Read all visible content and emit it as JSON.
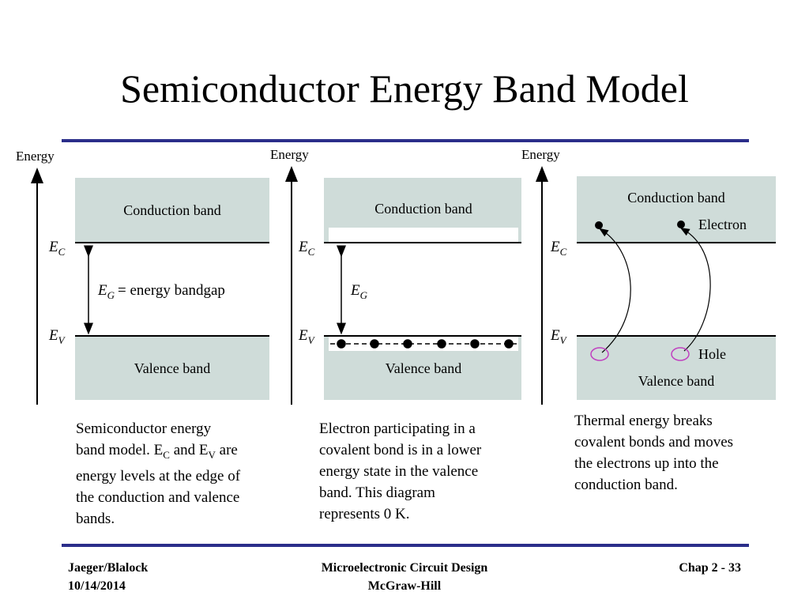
{
  "slide": {
    "title": "Semiconductor Energy Band Model"
  },
  "panels": [
    {
      "axis_label": "Energy",
      "upper_band": "Conduction band",
      "lower_band": "Valence band",
      "ec_main": "E",
      "ec_sub": "C",
      "ev_main": "E",
      "ev_sub": "V",
      "gap_main": "E",
      "gap_sub": "G",
      "gap_text": "= energy bandgap"
    },
    {
      "axis_label": "Energy",
      "upper_band": "Conduction band",
      "lower_band": "Valence band",
      "ec_main": "E",
      "ec_sub": "C",
      "ev_main": "E",
      "ev_sub": "V",
      "gap_main": "E",
      "gap_sub": "G"
    },
    {
      "axis_label": "Energy",
      "upper_band": "Conduction band",
      "lower_band": "Valence band",
      "ec_main": "E",
      "ec_sub": "C",
      "ev_main": "E",
      "ev_sub": "V",
      "electron_label": "Electron",
      "hole_label": "Hole"
    }
  ],
  "captions": [
    {
      "line1": "Semiconductor energy",
      "line2_a": "band model.  E",
      "line2_sub1": "C",
      "line2_b": " and E",
      "line2_sub2": "V",
      "line2_c": " are",
      "line3": "energy levels at the edge of",
      "line4": "the conduction and valence",
      "line5": "bands."
    },
    {
      "line1": "Electron participating in a",
      "line2": "covalent bond is in a lower",
      "line3": "energy state in the valence",
      "line4": "band.  This diagram",
      "line5": "represents 0 K."
    },
    {
      "line1": "Thermal energy breaks",
      "line2": "covalent bonds and moves",
      "line3": "the electrons up into the",
      "line4": "conduction band."
    }
  ],
  "footer": {
    "authors": "Jaeger/Blalock",
    "date": "10/14/2014",
    "book_title": "Microelectronic Circuit Design",
    "publisher": "McGraw-Hill",
    "page": "Chap 2 - 33"
  },
  "colors": {
    "band_fill": "#cfdcd9",
    "rule": "#2b2e8a",
    "hole_circle": "#c040c0"
  }
}
